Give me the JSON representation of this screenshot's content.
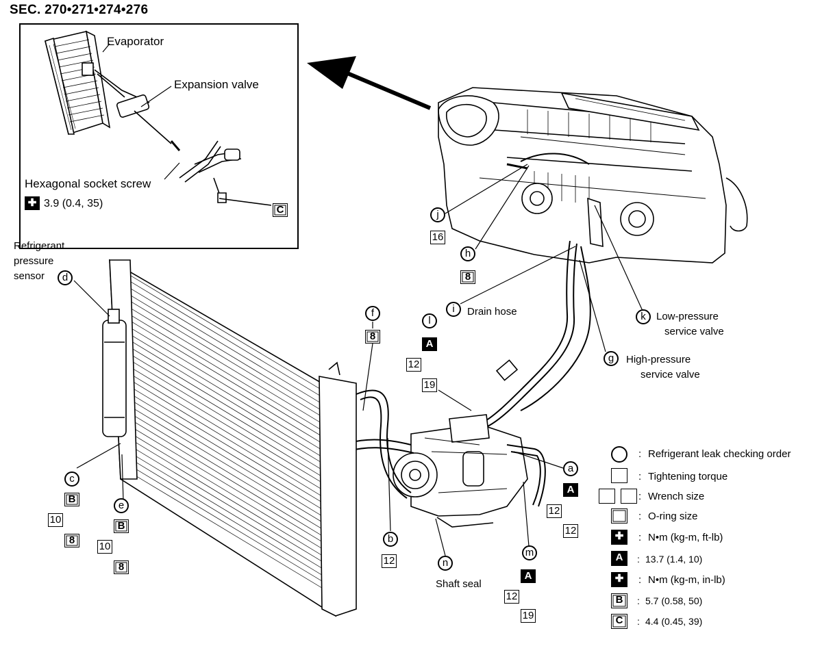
{
  "section_title": "SEC. 270•271•274•276",
  "inset": {
    "evaporator": "Evaporator",
    "expansion_valve": "Expansion valve",
    "hex_screw": "Hexagonal socket screw",
    "hex_screw_torque": "3.9 (0.4, 35)",
    "screw_badge": "C"
  },
  "labels": {
    "refrigerant_sensor_1": "Refrigerant",
    "refrigerant_sensor_2": "pressure",
    "refrigerant_sensor_3": "sensor",
    "drain_hose": "Drain hose",
    "low_pressure_1": "Low-pressure",
    "low_pressure_2": "service valve",
    "high_pressure_1": "High-pressure",
    "high_pressure_2": "service valve",
    "shaft_seal": "Shaft seal"
  },
  "callouts": {
    "a": "a",
    "b": "b",
    "c": "c",
    "d": "d",
    "e": "e",
    "f": "f",
    "g": "g",
    "h": "h",
    "i": "i",
    "j": "j",
    "k": "k",
    "l": "l",
    "m": "m",
    "n": "n"
  },
  "values": {
    "v16": "16",
    "v8": "8",
    "v12": "12",
    "v19": "19",
    "v10": "10",
    "A": "A",
    "B": "B",
    "C": "C"
  },
  "legend": {
    "leak_order": "Refrigerant leak checking order",
    "tightening": "Tightening torque",
    "wrench": "Wrench size",
    "oring": "O-ring size",
    "nm_ftlb": "N•m (kg-m, ft-lb)",
    "A_val": "13.7 (1.4, 10)",
    "nm_inlb": "N•m (kg-m, in-lb)",
    "B_val": "5.7 (0.58, 50)",
    "C_val": "4.4 (0.45, 39)",
    "colon": ":"
  }
}
